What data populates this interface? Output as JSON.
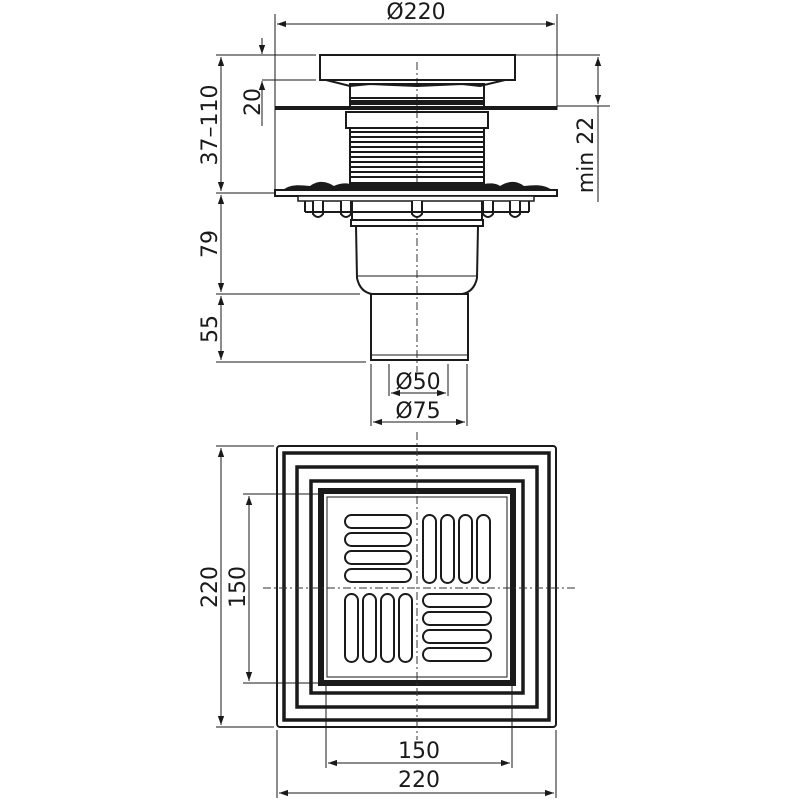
{
  "drawing": {
    "title": "Floor drain technical drawing",
    "side_view": {
      "dimensions": {
        "top_diameter": "Ø220",
        "cap_height": "20",
        "adjustable_height": "37–110",
        "min_height": "min 22",
        "body_height": "79",
        "outlet_height": "55",
        "inner_outlet_diameter": "Ø50",
        "outer_outlet_diameter": "Ø75"
      }
    },
    "top_view": {
      "dimensions": {
        "outer_height": "220",
        "grate_height": "150",
        "grate_width": "150",
        "outer_width": "220"
      },
      "grate_slots_per_quadrant": 4
    },
    "colors": {
      "line": "#1a1a1a",
      "background": "#ffffff"
    }
  }
}
